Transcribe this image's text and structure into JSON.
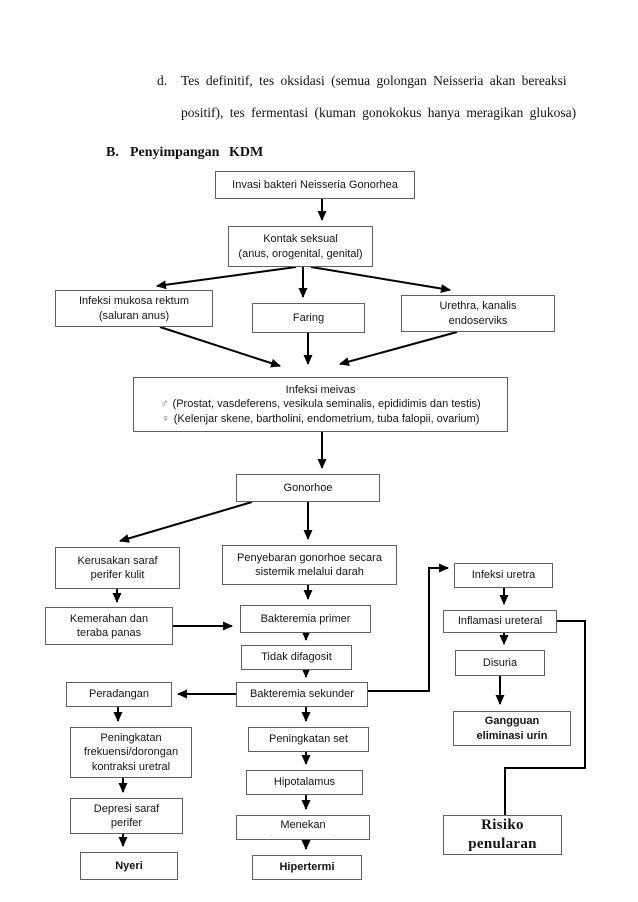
{
  "page": {
    "background": "#ffffff",
    "text_color": "#141414",
    "box_border_color": "#5f5f5f",
    "arrow_color": "#000000"
  },
  "document": {
    "item_marker": "d.",
    "item_line1": "Tes definitif, tes oksidasi (semua golongan Neisseria akan bereaksi",
    "item_line2": "positif), tes fermentasi (kuman gonokokus hanya meragikan glukosa)",
    "section_marker": "B.",
    "section_title": "Penyimpangan KDM"
  },
  "flowchart": {
    "nodes": {
      "invasi": {
        "lines": [
          "Invasi bakteri Neisseria Gonorhea"
        ]
      },
      "kontak": {
        "lines": [
          "Kontak seksual",
          "(anus, orogenital, genital)"
        ]
      },
      "rektum": {
        "lines": [
          "Infeksi mukosa rektum",
          "(saluran anus)"
        ]
      },
      "faring": {
        "lines": [
          "Faring"
        ]
      },
      "urethra": {
        "lines": [
          "Urethra, kanalis",
          "endoserviks"
        ]
      },
      "meivas": {
        "title": "Infeksi meivas",
        "male_symbol": "♂",
        "male_text": "(Prostat, vasdeferens, vesikula seminalis, epididimis dan testis)",
        "female_symbol": "♀",
        "female_text": "(Kelenjar skene, bartholini, endometrium, tuba falopii, ovarium)"
      },
      "gonorhoe": {
        "lines": [
          "Gonorhoe"
        ]
      },
      "kerusakan": {
        "lines": [
          "Kerusakan saraf",
          "perifer kulit"
        ]
      },
      "penyebaran": {
        "lines": [
          "Penyebaran gonorhoe secara",
          "sistemik melalui darah"
        ]
      },
      "infeksi_uretra": {
        "lines": [
          "Infeksi uretra"
        ]
      },
      "kemerahan": {
        "lines": [
          "Kemerahan dan",
          "teraba panas"
        ]
      },
      "bakteremia_primer": {
        "lines": [
          "Bakteremia primer"
        ]
      },
      "inflamasi": {
        "lines": [
          "Inflamasi ureteral"
        ]
      },
      "tidak_difagosit": {
        "lines": [
          "Tidak difagosit"
        ]
      },
      "disuria": {
        "lines": [
          "Disuria"
        ]
      },
      "peradangan": {
        "lines": [
          "Peradangan"
        ]
      },
      "bakteremia_sekunder": {
        "lines": [
          "Bakteremia sekunder"
        ]
      },
      "gangguan": {
        "lines": [
          "Gangguan",
          "eliminasi urin"
        ]
      },
      "peningkatan_frek": {
        "lines": [
          "Peningkatan",
          "frekuensi/dorongan",
          "kontraksi uretral"
        ]
      },
      "peningkatan_set": {
        "lines": [
          "Peningkatan set"
        ]
      },
      "hipotalamus": {
        "lines": [
          "Hipotalamus"
        ]
      },
      "depresi": {
        "lines": [
          "Depresi saraf",
          "perifer"
        ]
      },
      "menekan": {
        "lines": [
          "Menekan"
        ],
        "dots": ". ."
      },
      "nyeri": {
        "lines": [
          "Nyeri"
        ]
      },
      "hipertermi": {
        "lines": [
          "Hipertermi"
        ]
      },
      "risiko": {
        "lines": [
          "Risiko",
          "penularan"
        ]
      }
    }
  }
}
